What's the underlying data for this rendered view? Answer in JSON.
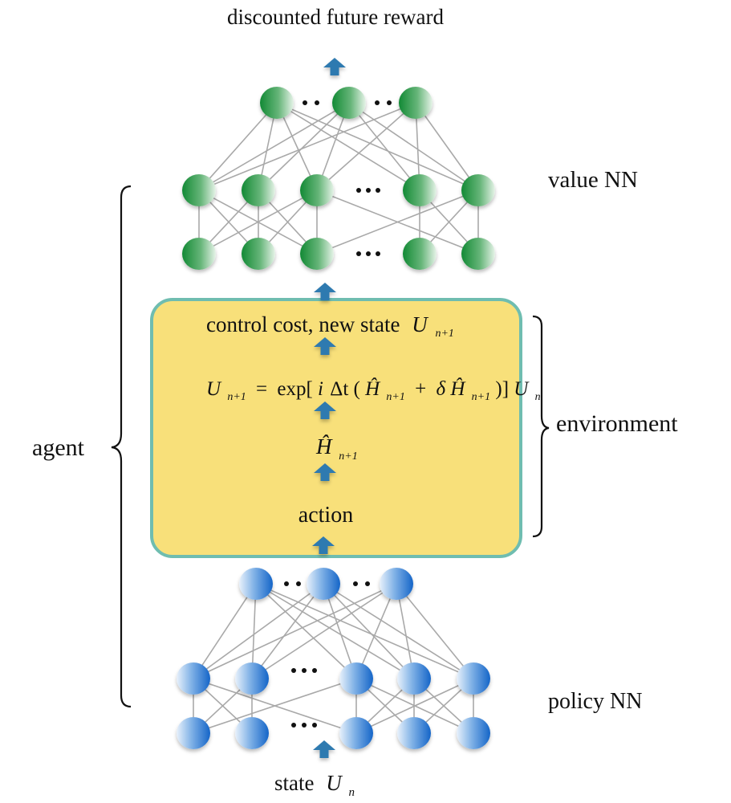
{
  "labels": {
    "top_output": "discounted future reward",
    "value_nn": "value NN",
    "policy_nn": "policy NN",
    "agent": "agent",
    "environment": "environment",
    "state_prefix": "state",
    "state_var": "U",
    "state_sub": "n"
  },
  "environment_box": {
    "line1_text": "control cost, new state",
    "line1_var": "U",
    "line1_sub": "n+1",
    "equation": {
      "lhs_var": "U",
      "lhs_sub": "n+1",
      "eq": "=",
      "exp": "exp[",
      "i": "i",
      "delta_t": "Δt",
      "open": "(",
      "H1": "Ĥ",
      "H1_sub": "n+1",
      "plus": "+",
      "delta": "δ",
      "H2": "Ĥ",
      "H2_sub": "n+1",
      "close": ")]",
      "rhs_var": "U",
      "rhs_sub": "n"
    },
    "hamiltonian_var": "Ĥ",
    "hamiltonian_sub": "n+1",
    "action": "action"
  },
  "ellipsis_short": "• •",
  "ellipsis_long": "• • •",
  "colors": {
    "value_node": "#1a8c3a",
    "policy_node": "#1f6fc9",
    "arrow": "#2e7ab0",
    "box_fill": "#f8e07a",
    "box_border": "#6fbdb0",
    "edge": "#a9a9a9"
  },
  "networks": {
    "value": {
      "layers": [
        "output (3 shown)",
        "hidden (5 shown)",
        "input (5 shown)"
      ]
    },
    "policy": {
      "layers": [
        "output (3 shown)",
        "hidden (5 shown)",
        "input (5 shown)"
      ]
    }
  }
}
